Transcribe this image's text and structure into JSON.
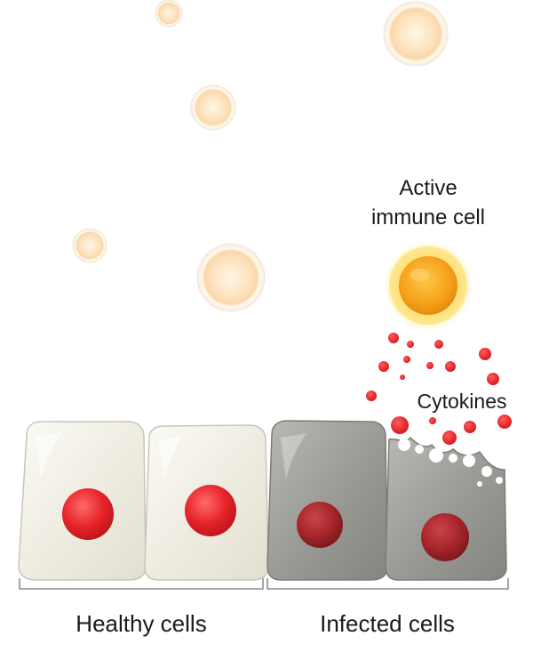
{
  "labels": {
    "immune_line1": "Active",
    "immune_line2": "immune cell",
    "cytokines": "Cytokines",
    "healthy": "Healthy cells",
    "infected": "Infected cells"
  },
  "colors": {
    "healthy_cell": "#f0efe6",
    "infected_cell": "#9a9a96",
    "nucleus": "#e8252a",
    "infected_nucleus": "#a8262c",
    "immune_core": "#f5a21a",
    "cytokine": "#e8232b",
    "resting_cell": "#fde7c8"
  }
}
